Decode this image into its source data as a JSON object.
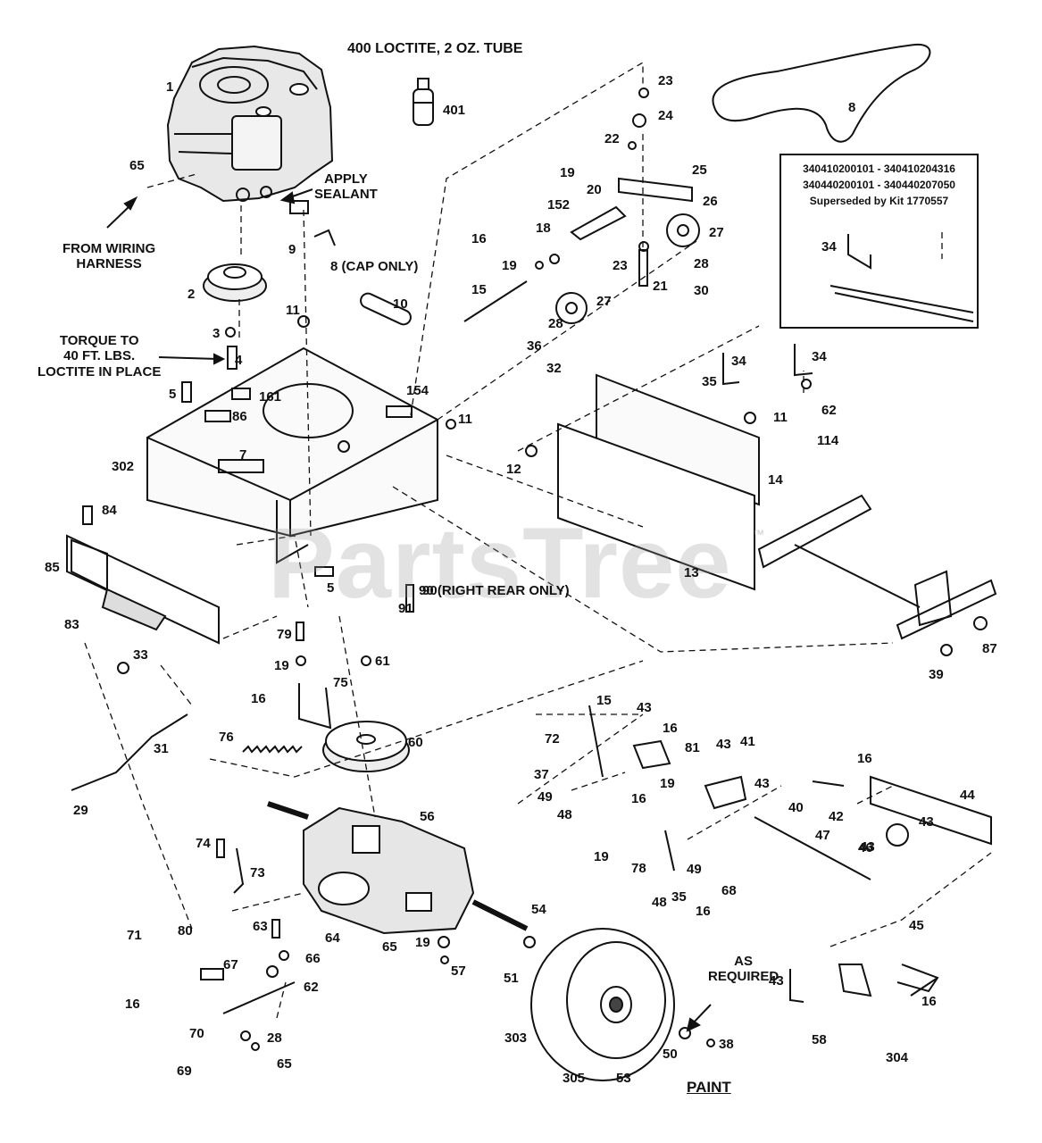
{
  "title": "400 LOCTITE, 2 OZ. TUBE",
  "notes": {
    "apply_sealant": [
      "APPLY",
      "SEALANT"
    ],
    "from_wiring": [
      "FROM WIRING",
      "HARNESS"
    ],
    "torque": [
      "TORQUE TO",
      "40 FT. LBS.",
      "LOCTITE IN PLACE"
    ],
    "cap_only": "8 (CAP ONLY)",
    "right_rear": "90 (RIGHT REAR ONLY)",
    "as_required": [
      "AS",
      "REQUIRED"
    ],
    "paint": "PAINT"
  },
  "kit_box": {
    "line1": "340410200101 - 340410204316",
    "line2": "340440200101 - 340440207050",
    "line3": "Superseded by Kit 1770557",
    "part": "34"
  },
  "watermark": "PartsTree",
  "watermark_mark": "™",
  "callouts": [
    "1",
    "65",
    "9",
    "2",
    "3",
    "4",
    "11",
    "5",
    "161",
    "86",
    "154",
    "302",
    "7",
    "10",
    "401",
    "23",
    "24",
    "22",
    "19",
    "152",
    "20",
    "25",
    "26",
    "16",
    "18",
    "19",
    "27",
    "28",
    "30",
    "21",
    "23",
    "15",
    "27",
    "28",
    "36",
    "32",
    "34",
    "35",
    "11",
    "34",
    "62",
    "114",
    "12",
    "14",
    "13",
    "11",
    "84",
    "85",
    "5",
    "90",
    "91",
    "79",
    "19",
    "61",
    "83",
    "33",
    "75",
    "16",
    "76",
    "60",
    "31",
    "29",
    "80",
    "71",
    "16",
    "67",
    "70",
    "69",
    "28",
    "65",
    "62",
    "66",
    "63",
    "64",
    "65",
    "19",
    "57",
    "74",
    "73",
    "56",
    "54",
    "51",
    "15",
    "43",
    "72",
    "16",
    "81",
    "43",
    "41",
    "37",
    "49",
    "48",
    "16",
    "19",
    "43",
    "43",
    "19",
    "78",
    "49",
    "48",
    "35",
    "16",
    "42",
    "16",
    "40",
    "44",
    "43",
    "46",
    "47",
    "68",
    "43",
    "45",
    "58",
    "16",
    "304",
    "303",
    "305",
    "53",
    "50",
    "38",
    "39",
    "87",
    "8",
    "34"
  ]
}
